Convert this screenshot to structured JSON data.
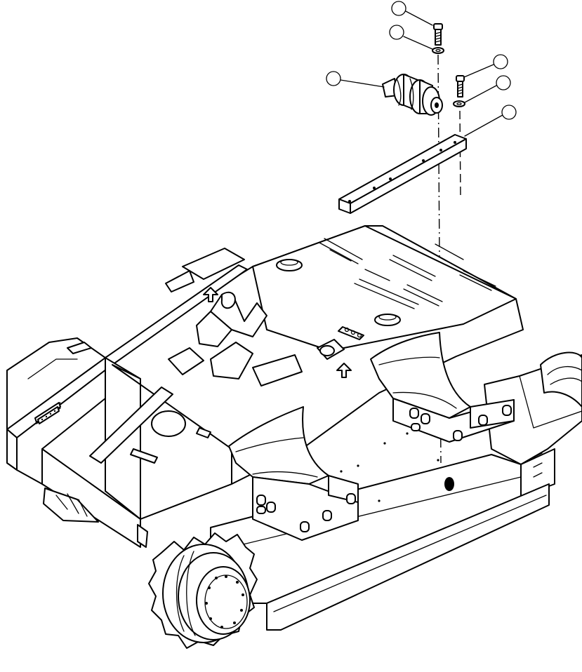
{
  "diagram": {
    "type": "exploded-parts-illustration",
    "line_color": "#000000",
    "background": "#ffffff",
    "callouts": [
      {
        "id": "callout-1",
        "label": "",
        "points_to": "bolt-top"
      },
      {
        "id": "callout-2",
        "label": "",
        "points_to": "washer-top"
      },
      {
        "id": "callout-3",
        "label": "",
        "points_to": "carrier-roller"
      },
      {
        "id": "callout-4",
        "label": "",
        "points_to": "bolt-right"
      },
      {
        "id": "callout-5",
        "label": "",
        "points_to": "washer-right"
      },
      {
        "id": "callout-6",
        "label": "",
        "points_to": "mounting-bar"
      }
    ]
  }
}
